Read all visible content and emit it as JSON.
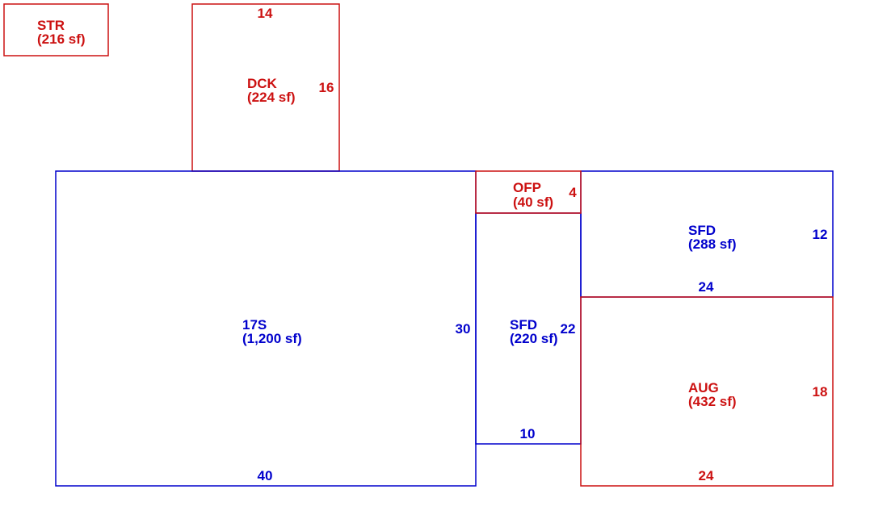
{
  "colors": {
    "blue": "#0000cc",
    "red": "#cc1111"
  },
  "areas": [
    {
      "id": "str",
      "code": "STR",
      "area": "(216 sf)",
      "color": "red"
    },
    {
      "id": "dck",
      "code": "DCK",
      "area": "(224 sf)",
      "color": "red",
      "dims": {
        "top": "14",
        "right": "16"
      }
    },
    {
      "id": "17s",
      "code": "17S",
      "area": "(1,200 sf)",
      "color": "blue",
      "dims": {
        "right": "30",
        "bottom": "40"
      }
    },
    {
      "id": "ofp",
      "code": "OFP",
      "area": "(40 sf)",
      "color": "red",
      "dims": {
        "right": "4"
      }
    },
    {
      "id": "sfd-upper",
      "code": "SFD",
      "area": "(288 sf)",
      "color": "blue",
      "dims": {
        "right": "12",
        "bottom": "24"
      }
    },
    {
      "id": "sfd-middle",
      "code": "SFD",
      "area": "(220 sf)",
      "color": "blue",
      "dims": {
        "right": "22",
        "bottom": "10"
      }
    },
    {
      "id": "aug",
      "code": "AUG",
      "area": "(432 sf)",
      "color": "red",
      "dims": {
        "right": "18",
        "bottom": "24"
      }
    }
  ]
}
